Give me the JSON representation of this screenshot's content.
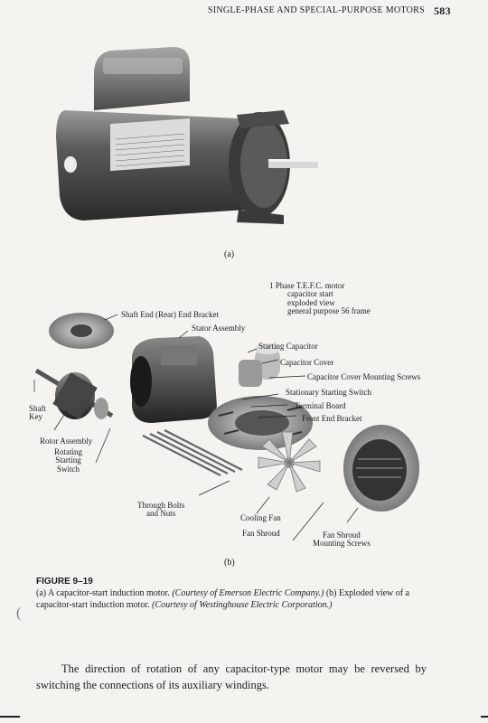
{
  "header": {
    "running_title": "SINGLE-PHASE AND SPECIAL-PURPOSE MOTORS",
    "page_number": "583"
  },
  "figure": {
    "panel_a_label": "(a)",
    "panel_b_label": "(b)",
    "motor_note": [
      "1 Phase T.E.F.C. motor",
      "capacitor start",
      "exploded view",
      "general purpose 56 frame"
    ],
    "callouts": {
      "shaft_end_bracket": "Shaft End (Rear) End Bracket",
      "stator_assembly": "Stator Assembly",
      "starting_capacitor": "Starting Capacitor",
      "capacitor_cover": "Capacitor Cover",
      "capacitor_cover_screws": "Capacitor Cover Mounting Screws",
      "stationary_switch": "Stationary Starting Switch",
      "terminal_board": "Terminal Board",
      "front_end_bracket": "Front End Bracket",
      "shaft_key_1": "Shaft",
      "shaft_key_2": "Key",
      "rotor_assembly": "Rotor Assembly",
      "rotating_switch_1": "Rotating",
      "rotating_switch_2": "Starting",
      "rotating_switch_3": "Switch",
      "through_bolts_1": "Through Bolts",
      "through_bolts_2": "and Nuts",
      "cooling_fan": "Cooling Fan",
      "fan_shroud": "Fan Shroud",
      "fan_shroud_screws_1": "Fan Shroud",
      "fan_shroud_screws_2": "Mounting Screws"
    },
    "caption_title": "FIGURE 9–19",
    "caption_part1": "(a) A capacitor-start induction motor. ",
    "caption_credit1": "(Courtesy of Emerson Electric Company.)",
    "caption_part2": " (b) Exploded view of a capacitor-start induction motor. ",
    "caption_credit2": "(Courtesy of Westinghouse Electric Corporation.)"
  },
  "body_text": "The direction of rotation of any capacitor-type motor may be reversed by switching the connections of its auxiliary windings."
}
